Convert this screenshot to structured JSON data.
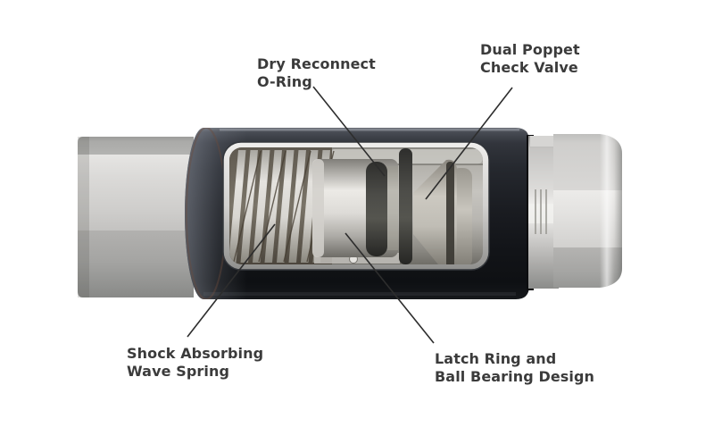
{
  "diagram": {
    "kind": "product-cutaway-diagram",
    "subject": "quick-connect hydraulic coupling cutaway",
    "background_color": "#ffffff"
  },
  "callouts": [
    {
      "part": "dry-reconnect-o-ring",
      "label": "Dry Reconnect\nO-Ring"
    },
    {
      "part": "dual-poppet-check-valve",
      "label": "Dual Poppet\nCheck Valve"
    },
    {
      "part": "shock-absorbing-wave-spring",
      "label": "Shock Absorbing\nWave Spring"
    },
    {
      "part": "latch-ring-and-ball-bearing",
      "label": "Latch Ring and\nBall Bearing Design"
    }
  ],
  "colors": {
    "label_text": "#3b3b3b",
    "leader_line": "#2d2d2d",
    "sleeve_black": "#1b1d22",
    "metal_silver": "#d8d7d5",
    "o_ring_dark": "#3a3a38",
    "window_interior": "#b5b3ae",
    "spring_dark": "#5f594f"
  }
}
